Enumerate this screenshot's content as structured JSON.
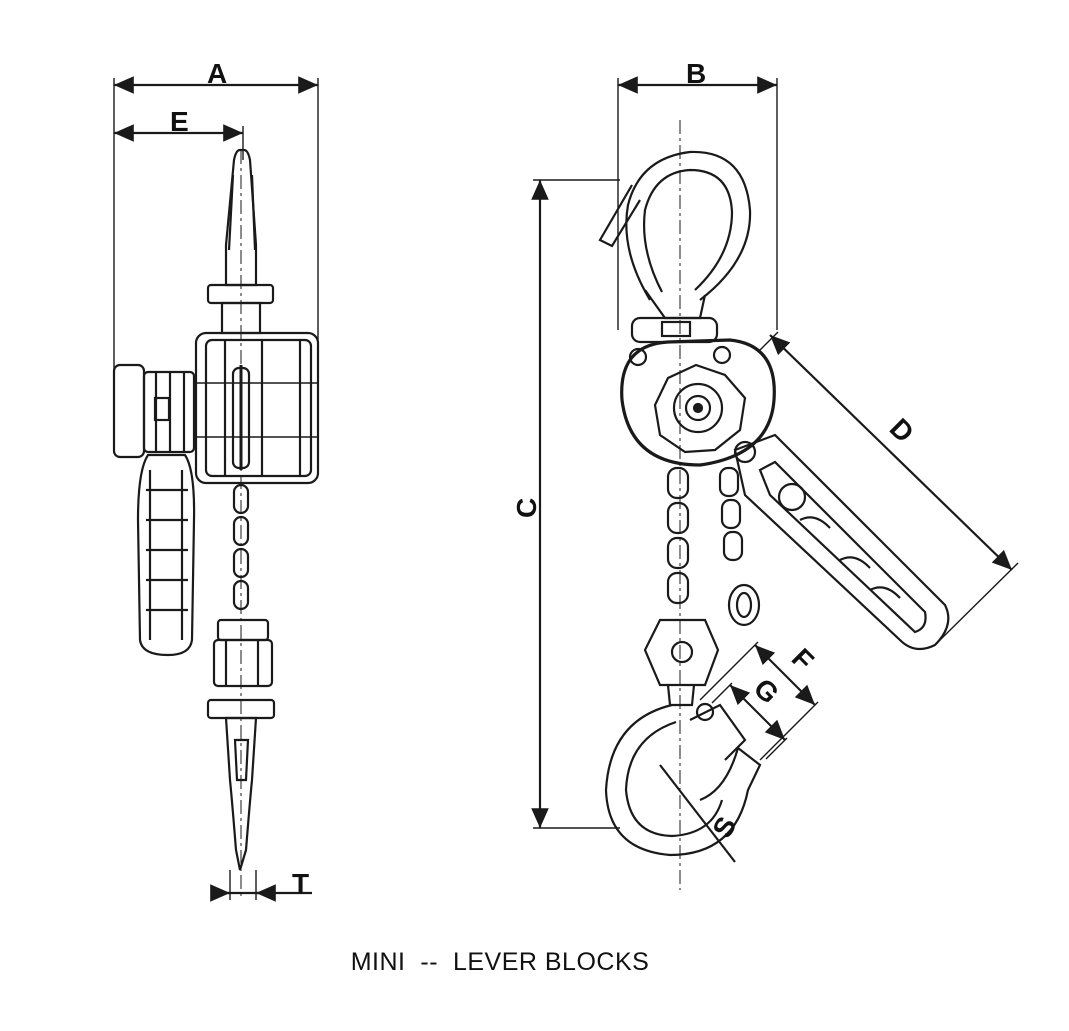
{
  "diagram": {
    "caption": {
      "title": "MINI",
      "separator": "--",
      "subtitle": "LEVER BLOCKS"
    },
    "dimensions": {
      "A": "A",
      "B": "B",
      "C": "C",
      "D": "D",
      "E": "E",
      "F": "F",
      "G": "G",
      "S": "S",
      "T": "T"
    },
    "colors": {
      "line": "#1a1a1a",
      "background": "#ffffff"
    }
  }
}
